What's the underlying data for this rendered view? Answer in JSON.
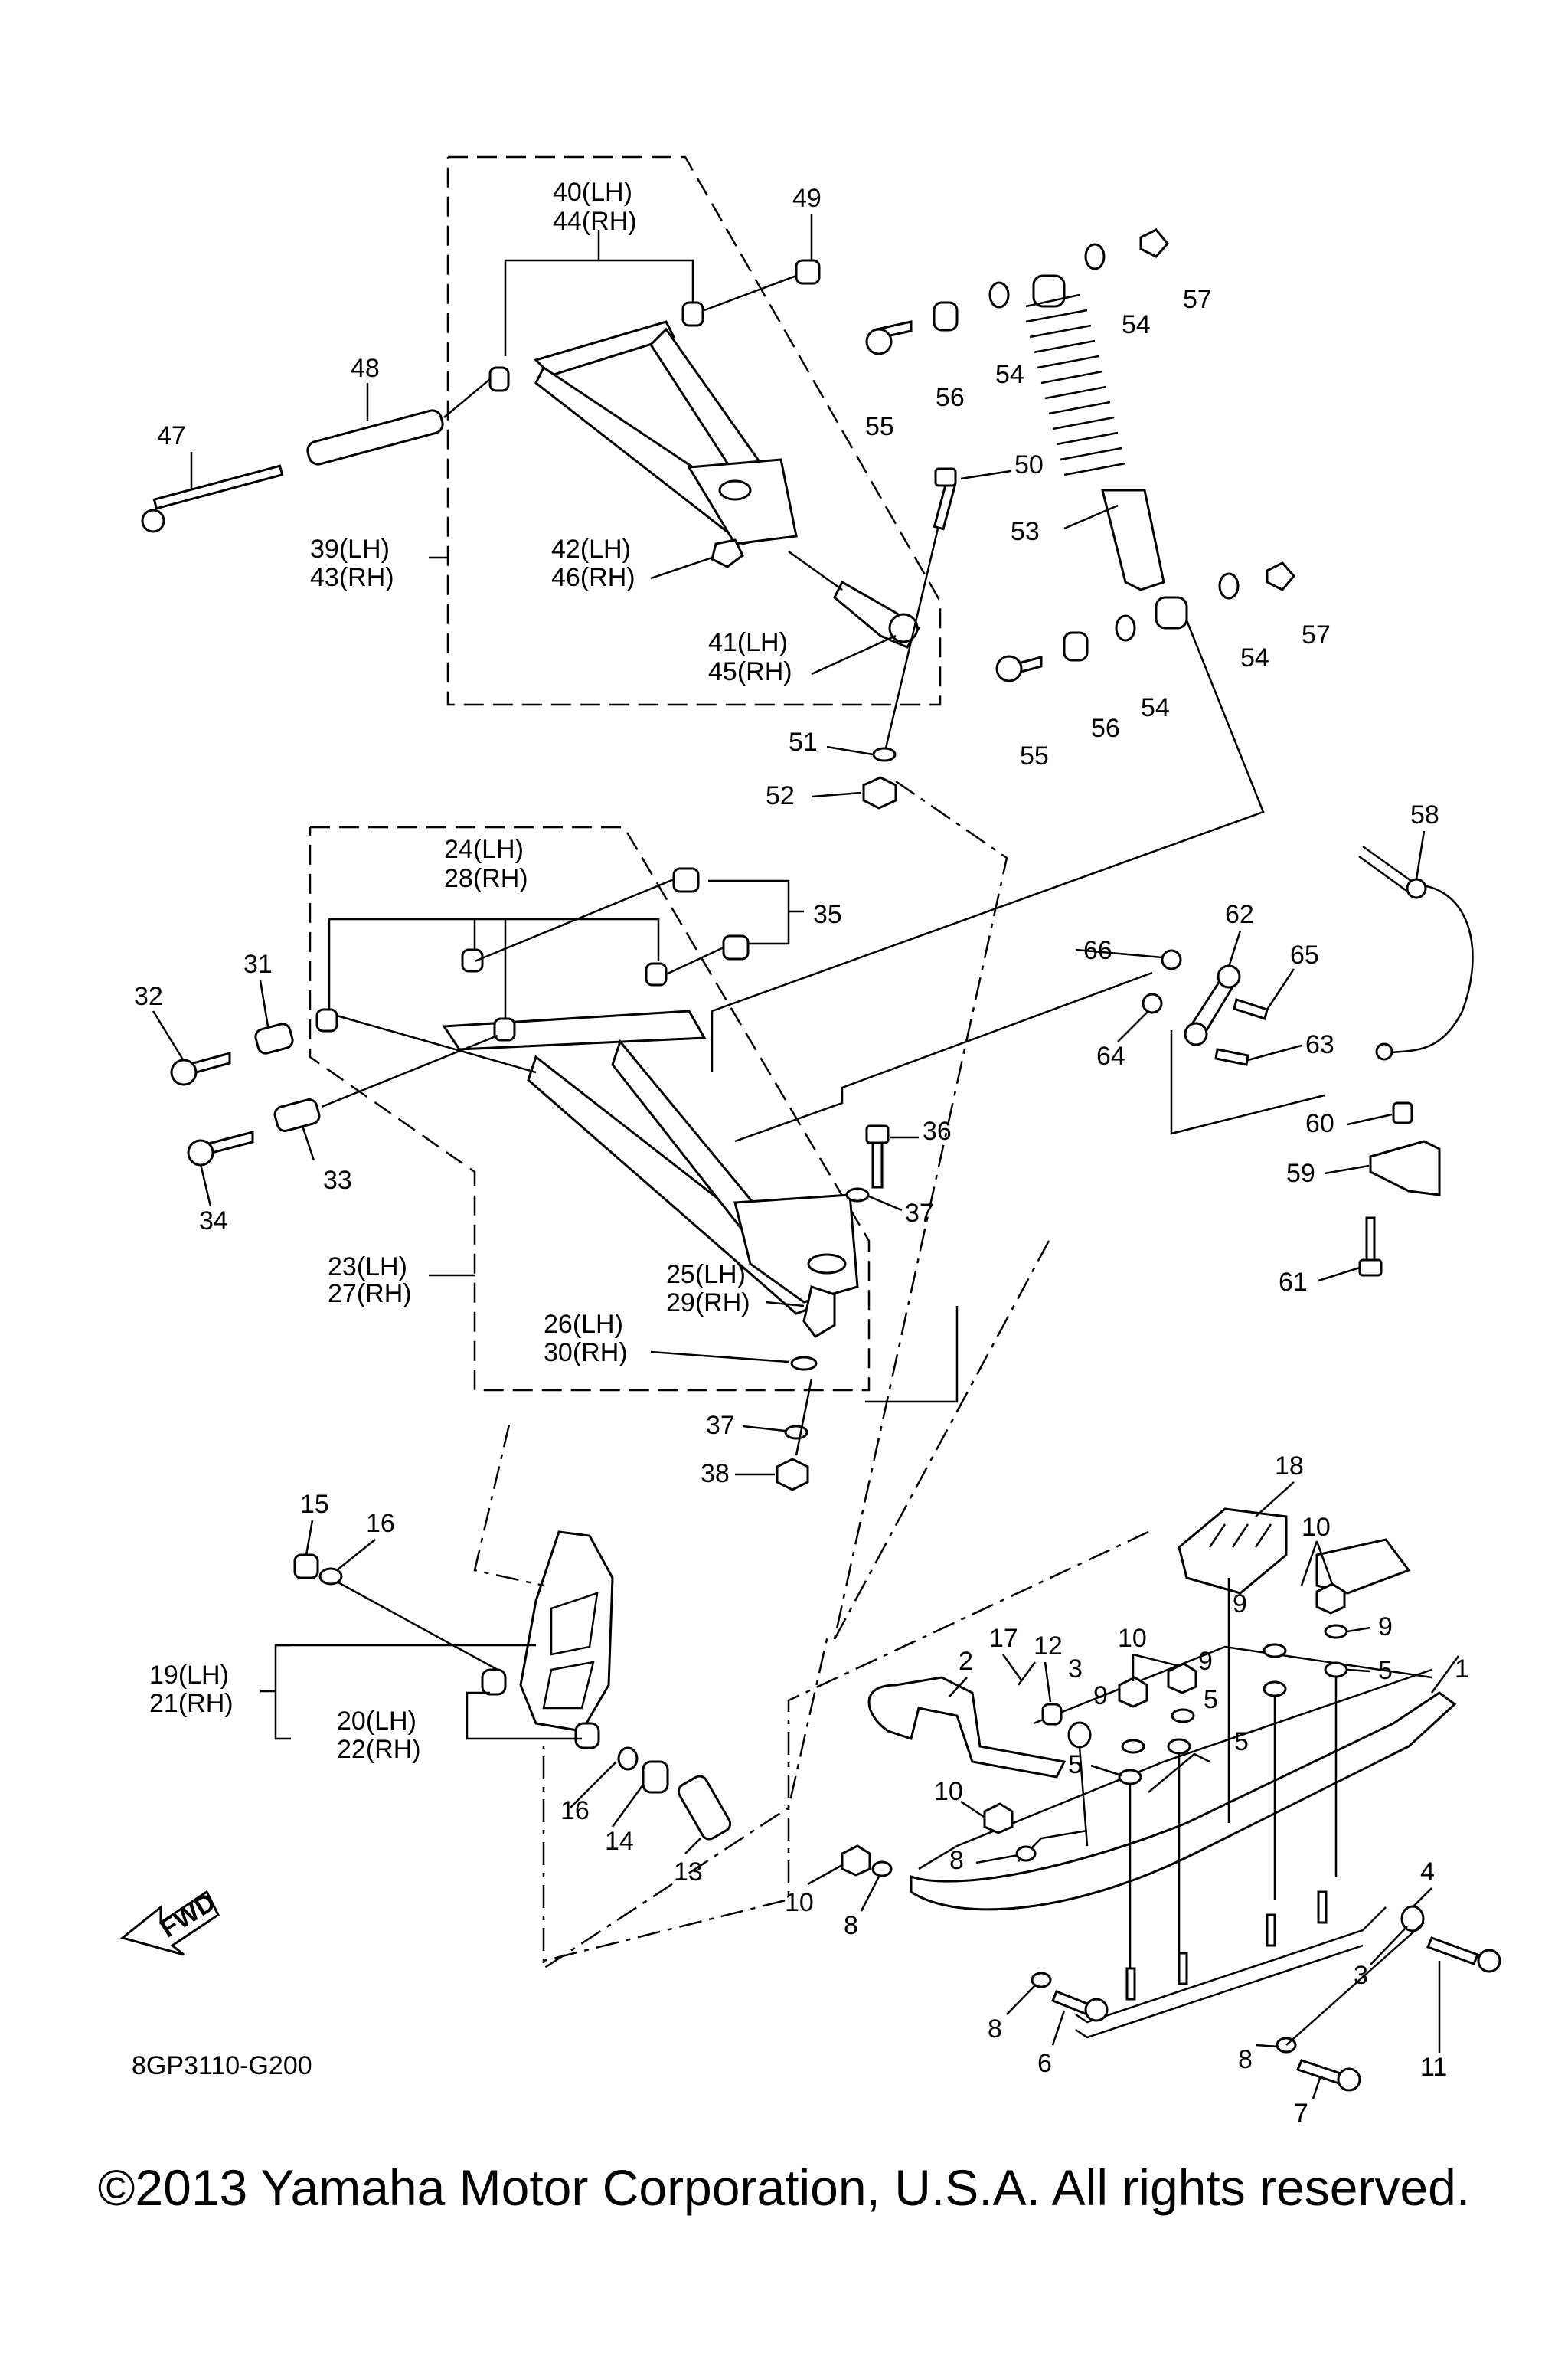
{
  "diagram_code": "8GP3110-G200",
  "copyright": "©2013 Yamaha Motor Corporation, U.S.A. All rights reserved.",
  "fwd_label": "FWD",
  "callouts": [
    "1",
    "2",
    "3",
    "3",
    "4",
    "5",
    "5",
    "5",
    "5",
    "6",
    "7",
    "8",
    "8",
    "8",
    "8",
    "9",
    "9",
    "9",
    "9",
    "10",
    "10",
    "10",
    "10",
    "10",
    "11",
    "12",
    "13",
    "14",
    "15",
    "16",
    "16",
    "17",
    "18",
    "19(LH)",
    "21(RH)",
    "20(LH)",
    "22(RH)",
    "23(LH)",
    "27(RH)",
    "24(LH)",
    "28(RH)",
    "25(LH)",
    "29(RH)",
    "26(LH)",
    "30(RH)",
    "31",
    "32",
    "33",
    "34",
    "35",
    "36",
    "37",
    "37",
    "38",
    "39(LH)",
    "43(RH)",
    "40(LH)",
    "44(RH)",
    "41(LH)",
    "45(RH)",
    "42(LH)",
    "46(RH)",
    "47",
    "48",
    "49",
    "50",
    "51",
    "52",
    "53",
    "54",
    "54",
    "54",
    "54",
    "55",
    "55",
    "56",
    "56",
    "57",
    "57",
    "58",
    "59",
    "60",
    "61",
    "62",
    "63",
    "64",
    "65",
    "66"
  ]
}
